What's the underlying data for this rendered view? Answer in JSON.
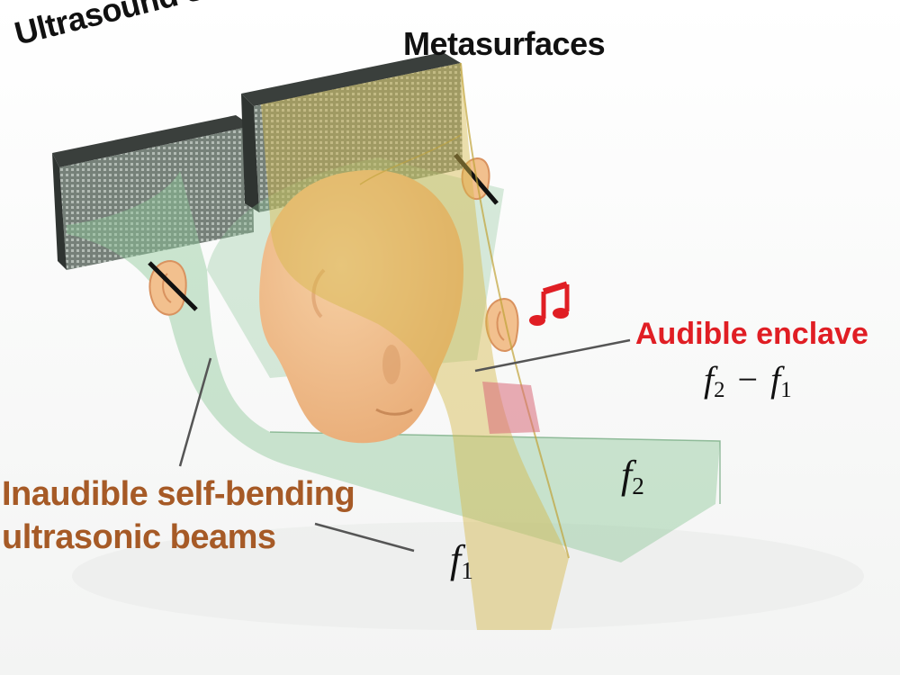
{
  "labels": {
    "ultrasound_sources": "Ultrasound sources",
    "metasurfaces": "Metasurfaces",
    "audible_enclave": "Audible enclave",
    "beams_line1": "Inaudible self-bending",
    "beams_line2": "ultrasonic beams"
  },
  "math": {
    "f": "f",
    "sub1": "1",
    "sub2": "2",
    "minus": "−"
  },
  "colors": {
    "green_beam": "#8fc79a",
    "yellow_beam": "#d4b84a",
    "audible_red": "#e01e24",
    "beams_brown": "#a65a26",
    "skin": "#f2c08e",
    "overlap_pink": "#d86a78"
  },
  "icons": {
    "music_note": "music-note-icon"
  }
}
